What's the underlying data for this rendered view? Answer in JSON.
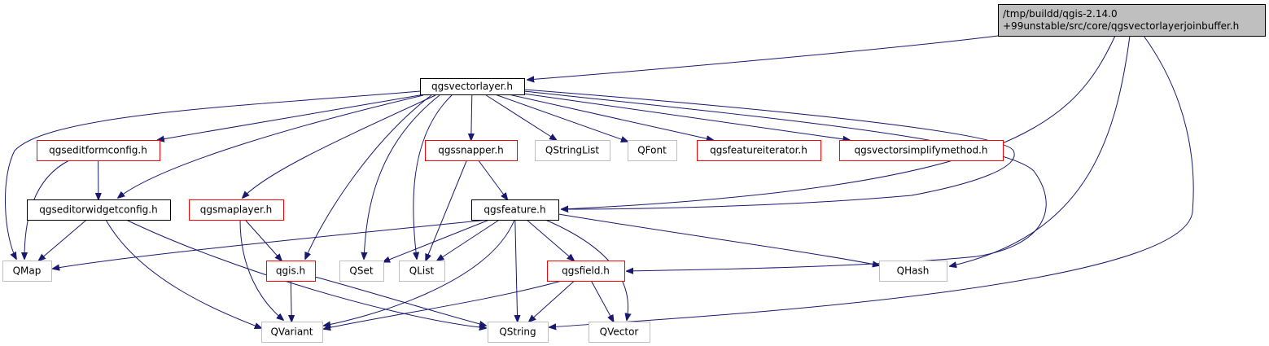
{
  "title": "/tmp/buildd/qgis-2.14.0+99unstable/src/core/qgsvectorlayerjoinbuffer.h",
  "colors": {
    "edge": "#191970",
    "root_fill": "#bfbfbf",
    "root_border": "#000000",
    "node_border_black": "#000000",
    "node_border_red": "#ff0000",
    "node_border_gray": "#bfbfbf",
    "node_fill": "#ffffff"
  },
  "nodes": [
    {
      "id": "root",
      "lines": [
        "/tmp/buildd/qgis-2.14.0",
        "+99unstable/src/core/qgsvectorlayerjoinbuffer.h"
      ],
      "style": "root"
    },
    {
      "id": "qgsvectorlayer",
      "lines": [
        "qgsvectorlayer.h"
      ],
      "style": "black"
    },
    {
      "id": "qgseditformconfig",
      "lines": [
        "qgseditformconfig.h"
      ],
      "style": "red"
    },
    {
      "id": "qgssnapper",
      "lines": [
        "qgssnapper.h"
      ],
      "style": "red"
    },
    {
      "id": "QStringList",
      "lines": [
        "QStringList"
      ],
      "style": "gray"
    },
    {
      "id": "QFont",
      "lines": [
        "QFont"
      ],
      "style": "gray"
    },
    {
      "id": "qgsfeatureiterator",
      "lines": [
        "qgsfeatureiterator.h"
      ],
      "style": "red"
    },
    {
      "id": "qgsvectorsimplifymethod",
      "lines": [
        "qgsvectorsimplifymethod.h"
      ],
      "style": "red"
    },
    {
      "id": "qgseditorwidgetconfig",
      "lines": [
        "qgseditorwidgetconfig.h"
      ],
      "style": "black"
    },
    {
      "id": "qgsmaplayer",
      "lines": [
        "qgsmaplayer.h"
      ],
      "style": "red"
    },
    {
      "id": "qgsfeature",
      "lines": [
        "qgsfeature.h"
      ],
      "style": "black"
    },
    {
      "id": "QMap",
      "lines": [
        "QMap"
      ],
      "style": "gray"
    },
    {
      "id": "qgis",
      "lines": [
        "qgis.h"
      ],
      "style": "red"
    },
    {
      "id": "QSet",
      "lines": [
        "QSet"
      ],
      "style": "gray"
    },
    {
      "id": "QList",
      "lines": [
        "QList"
      ],
      "style": "gray"
    },
    {
      "id": "qgsfield",
      "lines": [
        "qgsfield.h"
      ],
      "style": "red"
    },
    {
      "id": "QHash",
      "lines": [
        "QHash"
      ],
      "style": "gray"
    },
    {
      "id": "QVariant",
      "lines": [
        "QVariant"
      ],
      "style": "gray"
    },
    {
      "id": "QString",
      "lines": [
        "QString"
      ],
      "style": "gray"
    },
    {
      "id": "QVector",
      "lines": [
        "QVector"
      ],
      "style": "gray"
    }
  ],
  "edges": [
    [
      "root",
      "qgsvectorlayer"
    ],
    [
      "root",
      "qgsfeature"
    ],
    [
      "root",
      "QHash"
    ],
    [
      "root",
      "QString"
    ],
    [
      "qgsvectorlayer",
      "QMap"
    ],
    [
      "qgsvectorlayer",
      "qgseditformconfig"
    ],
    [
      "qgsvectorlayer",
      "qgseditorwidgetconfig"
    ],
    [
      "qgsvectorlayer",
      "qgsmaplayer"
    ],
    [
      "qgsvectorlayer",
      "qgis"
    ],
    [
      "qgsvectorlayer",
      "QSet"
    ],
    [
      "qgsvectorlayer",
      "QList"
    ],
    [
      "qgsvectorlayer",
      "qgssnapper"
    ],
    [
      "qgsvectorlayer",
      "QStringList"
    ],
    [
      "qgsvectorlayer",
      "QFont"
    ],
    [
      "qgsvectorlayer",
      "qgsfeatureiterator"
    ],
    [
      "qgsvectorlayer",
      "qgsvectorsimplifymethod"
    ],
    [
      "qgsvectorlayer",
      "qgsfeature"
    ],
    [
      "qgsvectorlayer",
      "qgsfield"
    ],
    [
      "qgseditformconfig",
      "qgseditorwidgetconfig"
    ],
    [
      "qgseditformconfig",
      "QMap"
    ],
    [
      "qgssnapper",
      "qgsfeature"
    ],
    [
      "qgssnapper",
      "QList"
    ],
    [
      "qgseditorwidgetconfig",
      "QMap"
    ],
    [
      "qgseditorwidgetconfig",
      "QVariant"
    ],
    [
      "qgseditorwidgetconfig",
      "QString"
    ],
    [
      "qgsmaplayer",
      "qgis"
    ],
    [
      "qgsmaplayer",
      "QVariant"
    ],
    [
      "qgsfeature",
      "QMap"
    ],
    [
      "qgsfeature",
      "QSet"
    ],
    [
      "qgsfeature",
      "QList"
    ],
    [
      "qgsfeature",
      "qgsfield"
    ],
    [
      "qgsfeature",
      "QHash"
    ],
    [
      "qgsfeature",
      "QVariant"
    ],
    [
      "qgsfeature",
      "QString"
    ],
    [
      "qgsfeature",
      "QVector"
    ],
    [
      "qgis",
      "QVariant"
    ],
    [
      "qgis",
      "QString"
    ],
    [
      "qgsfield",
      "QVariant"
    ],
    [
      "qgsfield",
      "QString"
    ],
    [
      "qgsfield",
      "QVector"
    ]
  ]
}
